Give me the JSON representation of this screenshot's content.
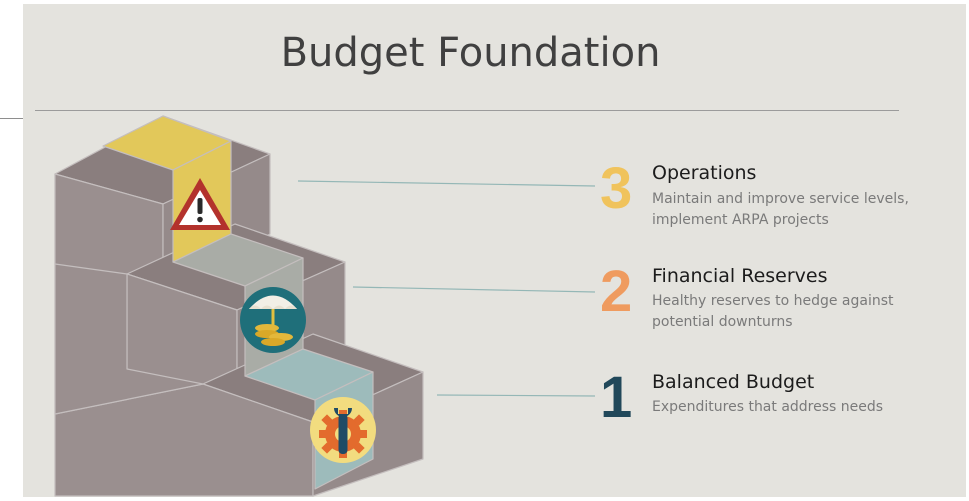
{
  "title": "Budget Foundation",
  "colors": {
    "background": "#e4e3de",
    "step_face": "#9a8f8f",
    "step_top": "#877b7b",
    "step_highlight_3": "#e2c85a",
    "step_highlight_2": "#a9aca6",
    "step_highlight_1": "#9dbbbb",
    "number_3": "#f0c35c",
    "number_2": "#ef9b5f",
    "number_1": "#21485a",
    "connector": "#94b7b6"
  },
  "steps": [
    {
      "number": "3",
      "title": "Operations",
      "description": "Maintain and improve service levels, implement ARPA projects",
      "icon": "warning-icon"
    },
    {
      "number": "2",
      "title": "Financial Reserves",
      "description": "Healthy reserves to hedge against potential downturns",
      "icon": "umbrella-coins-icon"
    },
    {
      "number": "1",
      "title": "Balanced Budget",
      "description": "Expenditures that address needs",
      "icon": "wrench-gear-icon"
    }
  ]
}
